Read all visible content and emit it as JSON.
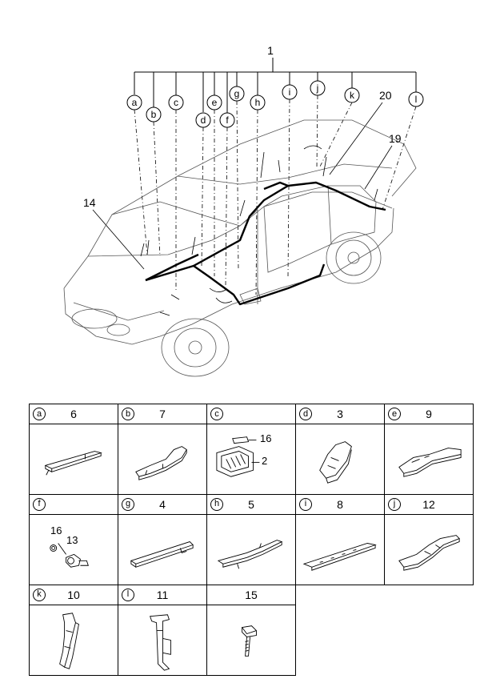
{
  "diagram": {
    "top_label": "1",
    "labels": {
      "l14": "14",
      "l20": "20",
      "l19": "19"
    },
    "circles": [
      "a",
      "b",
      "c",
      "d",
      "e",
      "f",
      "g",
      "h",
      "i",
      "j",
      "k",
      "l"
    ]
  },
  "table": {
    "rows": [
      [
        {
          "letter": "a",
          "part": "6"
        },
        {
          "letter": "b",
          "part": "7"
        },
        {
          "letter": "c",
          "part": "",
          "sub": [
            "16",
            "2"
          ]
        },
        {
          "letter": "d",
          "part": "3"
        },
        {
          "letter": "e",
          "part": "9"
        }
      ],
      [
        {
          "letter": "f",
          "part": "",
          "sub": [
            "16",
            "13"
          ]
        },
        {
          "letter": "g",
          "part": "4"
        },
        {
          "letter": "h",
          "part": "5"
        },
        {
          "letter": "i",
          "part": "8"
        },
        {
          "letter": "j",
          "part": "12"
        }
      ],
      [
        {
          "letter": "k",
          "part": "10"
        },
        {
          "letter": "l",
          "part": "11"
        },
        {
          "letter": "",
          "part": "15"
        }
      ]
    ]
  }
}
